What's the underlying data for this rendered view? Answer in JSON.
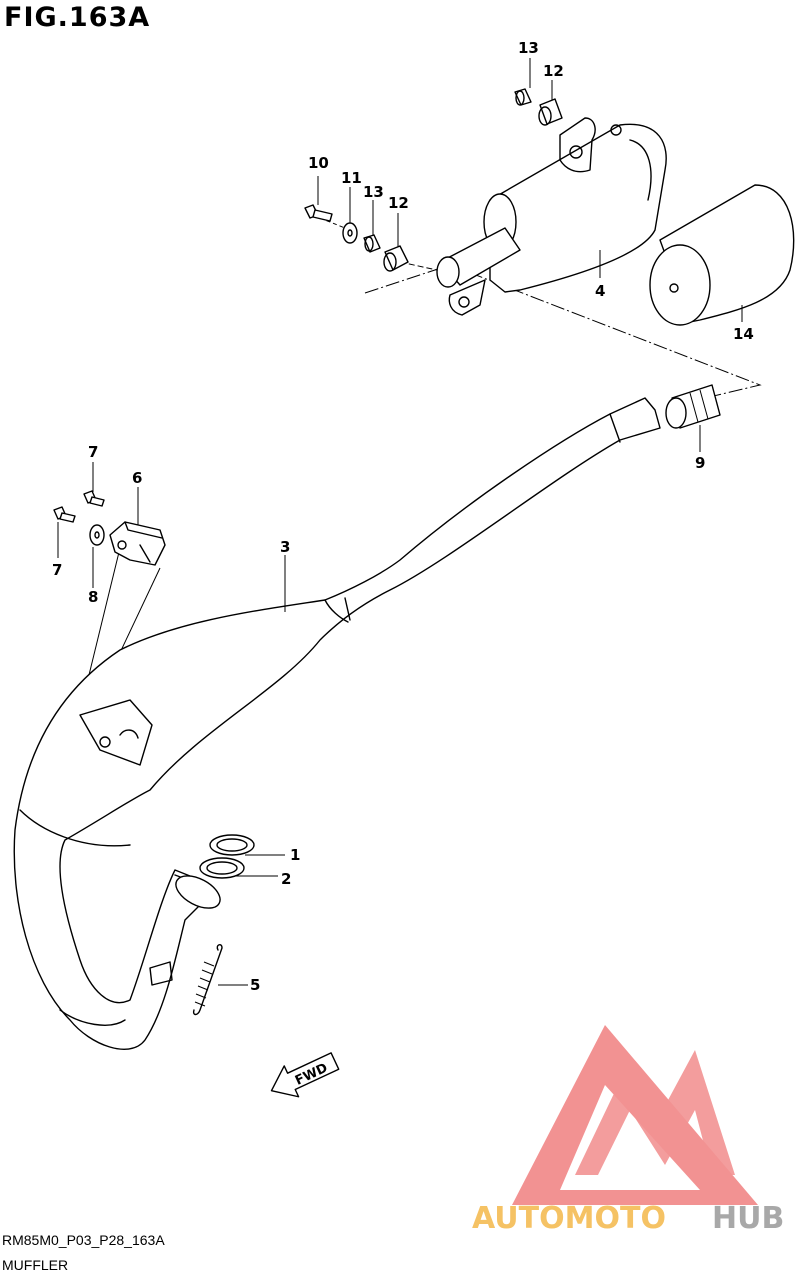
{
  "figure": {
    "title": "FIG.163A"
  },
  "footer": {
    "code": "RM85M0_P03_P28_163A",
    "name": "MUFFLER"
  },
  "callouts": [
    {
      "id": "1",
      "label": "1"
    },
    {
      "id": "2",
      "label": "2"
    },
    {
      "id": "3",
      "label": "3"
    },
    {
      "id": "4",
      "label": "4"
    },
    {
      "id": "5",
      "label": "5"
    },
    {
      "id": "6",
      "label": "6"
    },
    {
      "id": "7a",
      "label": "7"
    },
    {
      "id": "7b",
      "label": "7"
    },
    {
      "id": "8",
      "label": "8"
    },
    {
      "id": "9",
      "label": "9"
    },
    {
      "id": "10",
      "label": "10"
    },
    {
      "id": "11",
      "label": "11"
    },
    {
      "id": "12a",
      "label": "12"
    },
    {
      "id": "12b",
      "label": "12"
    },
    {
      "id": "13a",
      "label": "13"
    },
    {
      "id": "13b",
      "label": "13"
    },
    {
      "id": "14",
      "label": "14"
    }
  ],
  "fwd_arrow": {
    "label": "FWD"
  },
  "watermark": {
    "part1": "AUTOMOTO",
    "part2": "HUB",
    "color1": "#f4b84a",
    "color2": "#9a9a9a",
    "logo_color": "#f08080"
  }
}
